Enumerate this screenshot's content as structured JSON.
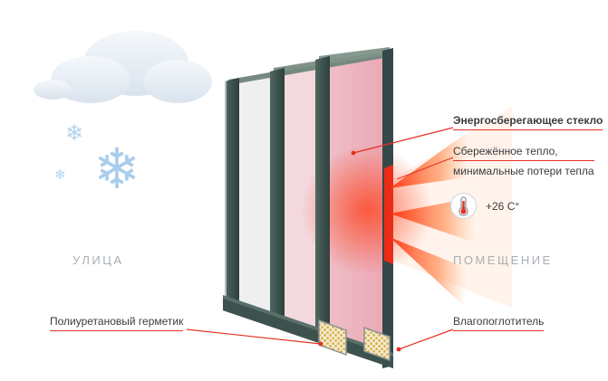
{
  "zones": {
    "street": "УЛИЦА",
    "room": "ПОМЕЩЕНИЕ"
  },
  "annotations": {
    "glass_label": "Энергосберегающее стекло",
    "heat_label_bold": "Сбережённое тепло,",
    "heat_label_rest": "минимальные потери тепла",
    "temperature_value": "+26 C°",
    "sealant_label": "Полиуретановый герметик",
    "desiccant_label": "Влагопоглотитель"
  },
  "snowflake_glyph": "❄",
  "colors": {
    "accent_red": "#e63123",
    "ray_orange": "#ff5a25",
    "frame_green": "#3d524e",
    "glass_pink": "#eeadb8",
    "snow_blue": "#aed0ec",
    "zone_gray": "#a8aeb4",
    "desiccant_yellow": "#dfb24a"
  }
}
